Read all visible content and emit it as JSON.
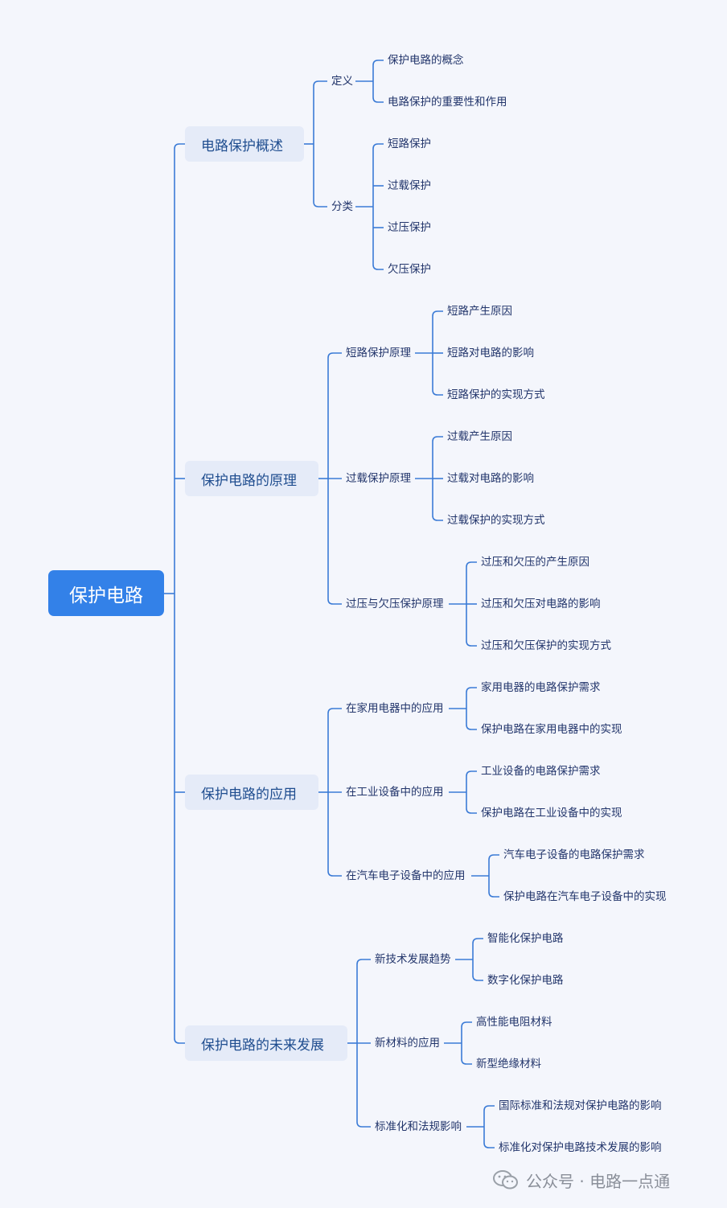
{
  "root": {
    "label": "保护电路"
  },
  "sections": [
    {
      "label": "电路保护概述",
      "children": [
        {
          "label": "定义",
          "children": [
            "保护电路的概念",
            "电路保护的重要性和作用"
          ]
        },
        {
          "label": "分类",
          "children": [
            "短路保护",
            "过载保护",
            "过压保护",
            "欠压保护"
          ]
        }
      ]
    },
    {
      "label": "保护电路的原理",
      "children": [
        {
          "label": "短路保护原理",
          "children": [
            "短路产生原因",
            "短路对电路的影响",
            "短路保护的实现方式"
          ]
        },
        {
          "label": "过载保护原理",
          "children": [
            "过载产生原因",
            "过载对电路的影响",
            "过载保护的实现方式"
          ]
        },
        {
          "label": "过压与欠压保护原理",
          "children": [
            "过压和欠压的产生原因",
            "过压和欠压对电路的影响",
            "过压和欠压保护的实现方式"
          ]
        }
      ]
    },
    {
      "label": "保护电路的应用",
      "children": [
        {
          "label": "在家用电器中的应用",
          "children": [
            "家用电器的电路保护需求",
            "保护电路在家用电器中的实现"
          ]
        },
        {
          "label": "在工业设备中的应用",
          "children": [
            "工业设备的电路保护需求",
            "保护电路在工业设备中的实现"
          ]
        },
        {
          "label": "在汽车电子设备中的应用",
          "children": [
            "汽车电子设备的电路保护需求",
            "保护电路在汽车电子设备中的实现"
          ]
        }
      ]
    },
    {
      "label": "保护电路的未来发展",
      "children": [
        {
          "label": "新技术发展趋势",
          "children": [
            "智能化保护电路",
            "数字化保护电路"
          ]
        },
        {
          "label": "新材料的应用",
          "children": [
            "高性能电阻材料",
            "新型绝缘材料"
          ]
        },
        {
          "label": "标准化和法规影响",
          "children": [
            "国际标准和法规对保护电路的影响",
            "标准化对保护电路技术发展的影响"
          ]
        }
      ]
    }
  ],
  "watermark": {
    "text": "公众号 · 电路一点通",
    "icon": "wechat-icon"
  },
  "colors": {
    "root_fill": "#3381e8",
    "main_fill": "#e5ebf8",
    "line": "#3b7bd6",
    "text": "#22356b"
  }
}
